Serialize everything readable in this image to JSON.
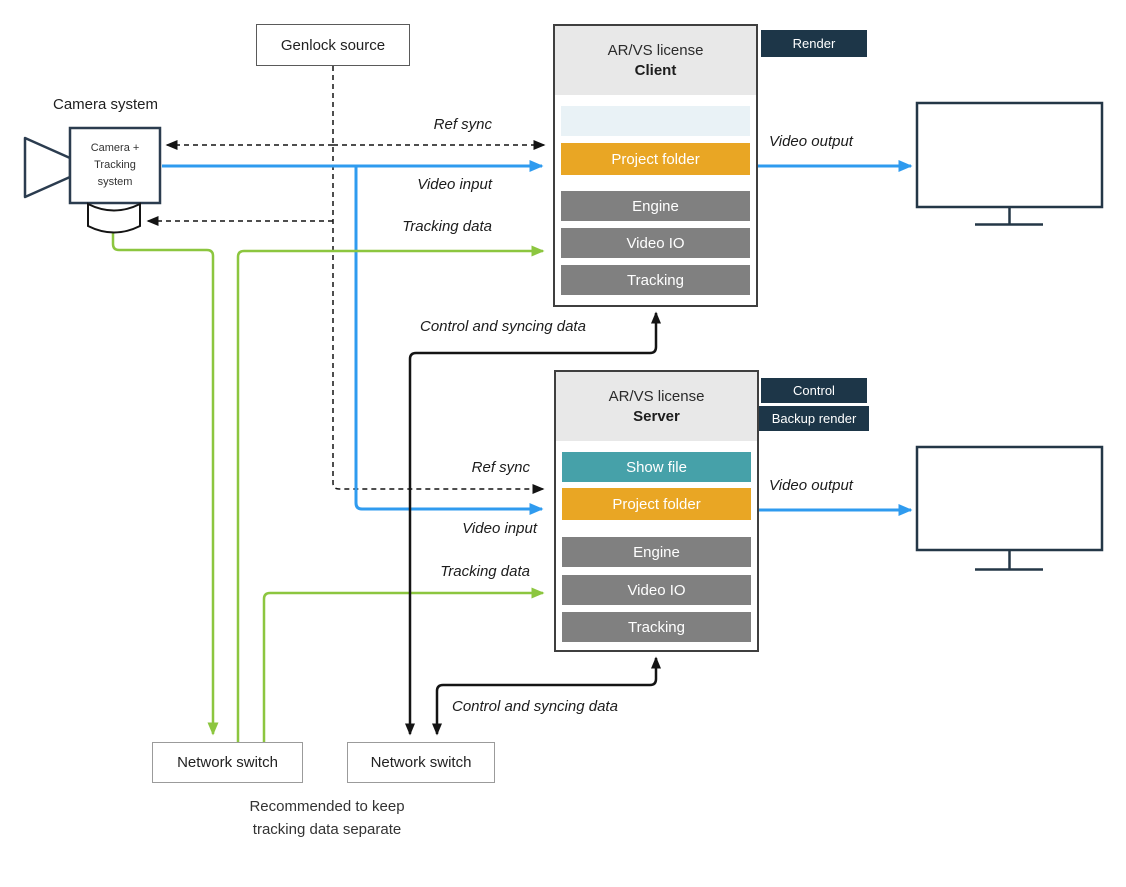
{
  "colors": {
    "blue": "#2F9BEF",
    "green": "#8CC63F",
    "orange": "#E9A624",
    "teal": "#46A1A9",
    "navy_tag": "#1D3648",
    "gray_row": "#808080",
    "header_gray": "#E8E8E8",
    "empty_slot": "#E9F2F6"
  },
  "camera": {
    "label": "Camera system",
    "box": [
      "Camera +",
      "Tracking",
      "system"
    ]
  },
  "genlock": {
    "label": "Genlock source"
  },
  "client": {
    "license": "AR/VS license",
    "role": "Client",
    "tag": "Render",
    "rows": {
      "project": "Project folder",
      "engine": "Engine",
      "video_io": "Video IO",
      "tracking": "Tracking"
    }
  },
  "server": {
    "license": "AR/VS license",
    "role": "Server",
    "tags": [
      "Control",
      "Backup render"
    ],
    "rows": {
      "show_file": "Show file",
      "project": "Project folder",
      "engine": "Engine",
      "video_io": "Video IO",
      "tracking": "Tracking"
    }
  },
  "edge_labels": {
    "ref_sync": "Ref sync",
    "video_input": "Video input",
    "tracking_data": "Tracking data",
    "video_output": "Video output",
    "control_sync": "Control and syncing data"
  },
  "switches": [
    {
      "label": "Network switch"
    },
    {
      "label": "Network switch"
    }
  ],
  "note": {
    "line1": "Recommended to keep",
    "line2": "tracking data separate"
  }
}
